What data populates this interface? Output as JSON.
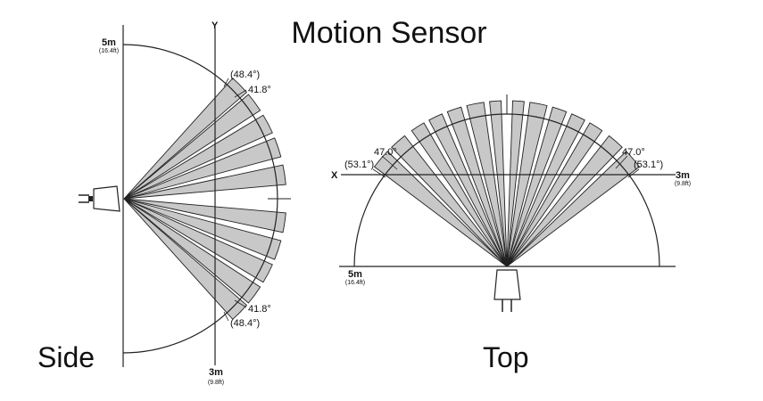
{
  "title": "Motion Sensor",
  "side": {
    "label": "Side",
    "axis_label": "Y",
    "range_label": "5m",
    "range_sub": "(16.4ft)",
    "height_label": "3m",
    "height_sub": "(9.8ft)",
    "angle_outer": "(48.4°)",
    "angle_inner": "41.8°"
  },
  "top": {
    "label": "Top",
    "axis_label": "X",
    "range_label": "5m",
    "range_sub": "(16.4ft)",
    "width_label": "3m",
    "width_sub": "(9.8ft)",
    "angle_inner": "47.0°",
    "angle_outer": "(53.1°)"
  }
}
